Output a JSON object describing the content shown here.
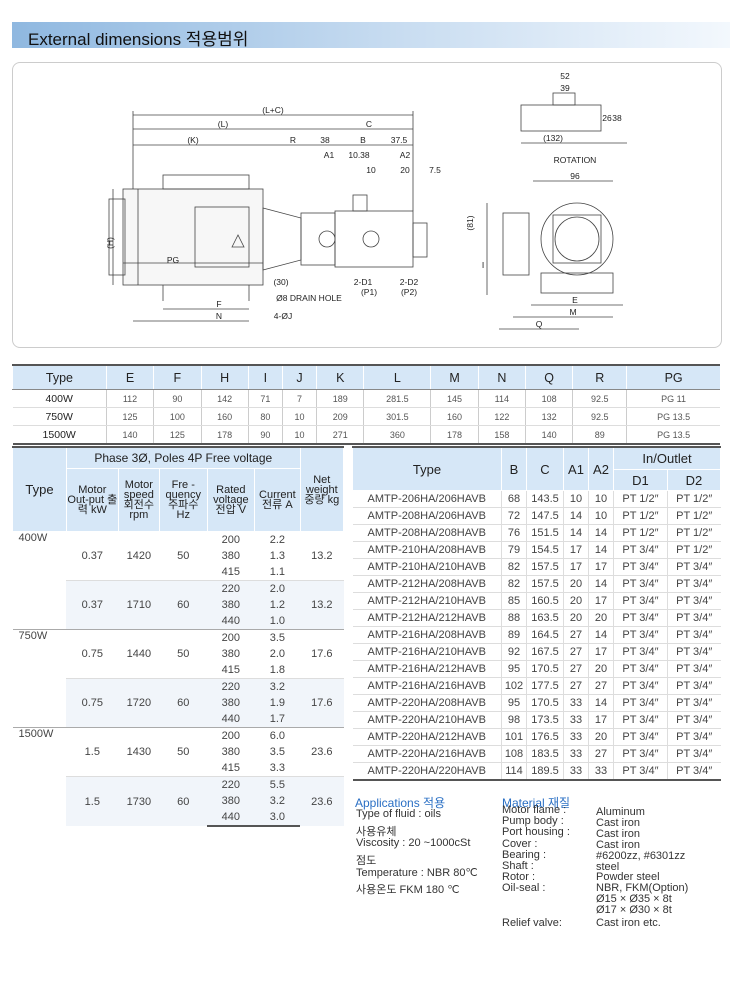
{
  "title": "External dimensions 적용범위",
  "drawing": {
    "labels": {
      "lc": "(L+C)",
      "l": "(L)",
      "k": "(K)",
      "r": "R",
      "c": "C",
      "d38": "38",
      "b": "B",
      "d37": "37.5",
      "a1": "A1",
      "d10_38": "10.38",
      "a2": "A2",
      "d10": "10",
      "d20": "20",
      "d7_5": "7.5",
      "h": "(H)",
      "d30": "(30)",
      "pg": "PG",
      "d1": "2-D1",
      "p1": "(P1)",
      "d2": "2-D2",
      "p2": "(P2)",
      "drain": "Ø8 DRAIN HOLE",
      "f": "F",
      "n": "N",
      "j": "4-ØJ",
      "d52": "52",
      "d39": "39",
      "d26": "26",
      "d38b": "38",
      "d132": "(132)",
      "rotation": "ROTATION",
      "d96": "96",
      "d81": "(81)",
      "i": "I",
      "e": "E",
      "m": "M",
      "q": "Q"
    }
  },
  "dim_table": {
    "headers": [
      "Type",
      "E",
      "F",
      "H",
      "I",
      "J",
      "K",
      "L",
      "M",
      "N",
      "Q",
      "R",
      "PG"
    ],
    "rows": [
      [
        "400W",
        "112",
        "90",
        "142",
        "71",
        "7",
        "189",
        "281.5",
        "145",
        "114",
        "108",
        "92.5",
        "PG 11"
      ],
      [
        "750W",
        "125",
        "100",
        "160",
        "80",
        "10",
        "209",
        "301.5",
        "160",
        "122",
        "132",
        "92.5",
        "PG 13.5"
      ],
      [
        "1500W",
        "140",
        "125",
        "178",
        "90",
        "10",
        "271",
        "360",
        "178",
        "158",
        "140",
        "89",
        "PG 13.5"
      ]
    ]
  },
  "motor_table": {
    "h_type": "Type",
    "h_phase": "Phase 3Ø, Poles 4P Free voltage",
    "h_net": "Net weight 중량 kg",
    "h_out": "Motor Out-put 출력 kW",
    "h_speed": "Motor speed 회전수 rpm",
    "h_freq": "Fre - quency 주파수 Hz",
    "h_volt": "Rated voltage 전압 V",
    "h_curr": "Current 전류 A",
    "groups": [
      {
        "type": "400W",
        "rows": [
          {
            "out": "0.37",
            "rpm": "1420",
            "hz": "50",
            "v": [
              "200",
              "380",
              "415"
            ],
            "a": [
              "2.2",
              "1.3",
              "1.1"
            ],
            "kg": "13.2"
          },
          {
            "out": "0.37",
            "rpm": "1710",
            "hz": "60",
            "v": [
              "220",
              "380",
              "440"
            ],
            "a": [
              "2.0",
              "1.2",
              "1.0"
            ],
            "kg": "13.2"
          }
        ]
      },
      {
        "type": "750W",
        "rows": [
          {
            "out": "0.75",
            "rpm": "1440",
            "hz": "50",
            "v": [
              "200",
              "380",
              "415"
            ],
            "a": [
              "3.5",
              "2.0",
              "1.8"
            ],
            "kg": "17.6"
          },
          {
            "out": "0.75",
            "rpm": "1720",
            "hz": "60",
            "v": [
              "220",
              "380",
              "440"
            ],
            "a": [
              "3.2",
              "1.9",
              "1.7"
            ],
            "kg": "17.6"
          }
        ]
      },
      {
        "type": "1500W",
        "rows": [
          {
            "out": "1.5",
            "rpm": "1430",
            "hz": "50",
            "v": [
              "200",
              "380",
              "415"
            ],
            "a": [
              "6.0",
              "3.5",
              "3.3"
            ],
            "kg": "23.6"
          },
          {
            "out": "1.5",
            "rpm": "1730",
            "hz": "60",
            "v": [
              "220",
              "380",
              "440"
            ],
            "a": [
              "5.5",
              "3.2",
              "3.0"
            ],
            "kg": "23.6"
          }
        ]
      }
    ]
  },
  "pump_table": {
    "h_type": "Type",
    "h_b": "B",
    "h_c": "C",
    "h_a1": "A1",
    "h_a2": "A2",
    "h_inout": "In/Outlet",
    "h_d1": "D1",
    "h_d2": "D2",
    "rows": [
      [
        "AMTP-206HA/206HAVB",
        "68",
        "143.5",
        "10",
        "10",
        "PT 1/2″",
        "PT 1/2″"
      ],
      [
        "AMTP-208HA/206HAVB",
        "72",
        "147.5",
        "14",
        "10",
        "PT 1/2″",
        "PT 1/2″"
      ],
      [
        "AMTP-208HA/208HAVB",
        "76",
        "151.5",
        "14",
        "14",
        "PT 1/2″",
        "PT 1/2″"
      ],
      [
        "AMTP-210HA/208HAVB",
        "79",
        "154.5",
        "17",
        "14",
        "PT 3/4″",
        "PT 1/2″"
      ],
      [
        "AMTP-210HA/210HAVB",
        "82",
        "157.5",
        "17",
        "17",
        "PT 3/4″",
        "PT 3/4″"
      ],
      [
        "AMTP-212HA/208HAVB",
        "82",
        "157.5",
        "20",
        "14",
        "PT 3/4″",
        "PT 3/4″"
      ],
      [
        "AMTP-212HA/210HAVB",
        "85",
        "160.5",
        "20",
        "17",
        "PT 3/4″",
        "PT 3/4″"
      ],
      [
        "AMTP-212HA/212HAVB",
        "88",
        "163.5",
        "20",
        "20",
        "PT 3/4″",
        "PT 3/4″"
      ],
      [
        "AMTP-216HA/208HAVB",
        "89",
        "164.5",
        "27",
        "14",
        "PT 3/4″",
        "PT 3/4″"
      ],
      [
        "AMTP-216HA/210HAVB",
        "92",
        "167.5",
        "27",
        "17",
        "PT 3/4″",
        "PT 3/4″"
      ],
      [
        "AMTP-216HA/212HAVB",
        "95",
        "170.5",
        "27",
        "20",
        "PT 3/4″",
        "PT 3/4″"
      ],
      [
        "AMTP-216HA/216HAVB",
        "102",
        "177.5",
        "27",
        "27",
        "PT 3/4″",
        "PT 3/4″"
      ],
      [
        "AMTP-220HA/208HAVB",
        "95",
        "170.5",
        "33",
        "14",
        "PT 3/4″",
        "PT 3/4″"
      ],
      [
        "AMTP-220HA/210HAVB",
        "98",
        "173.5",
        "33",
        "17",
        "PT 3/4″",
        "PT 3/4″"
      ],
      [
        "AMTP-220HA/212HAVB",
        "101",
        "176.5",
        "33",
        "20",
        "PT 3/4″",
        "PT 3/4″"
      ],
      [
        "AMTP-220HA/216HAVB",
        "108",
        "183.5",
        "33",
        "27",
        "PT 3/4″",
        "PT 3/4″"
      ],
      [
        "AMTP-220HA/220HAVB",
        "114",
        "189.5",
        "33",
        "33",
        "PT 3/4″",
        "PT 3/4″"
      ]
    ]
  },
  "applications": {
    "heading": "Applications 적용",
    "lines": [
      "Type of fluid : oils",
      "사용유체",
      "Viscosity : 20 ~1000cSt",
      "점도",
      "Temperature : NBR 80℃",
      "사용온도      FKM 180 ℃"
    ]
  },
  "material": {
    "heading": "Material 재질",
    "labels": [
      "Motor flame :",
      "Pump body :",
      "Port housing :",
      "Cover :",
      "Bearing :",
      "Shaft :",
      "Rotor :",
      "Oil-seal :",
      "",
      "",
      "Relief valve:"
    ],
    "values": [
      "Aluminum",
      "Cast iron",
      "Cast iron",
      "Cast iron",
      "#6200zz, #6301zz",
      "steel",
      "Powder steel",
      "NBR, FKM(Option)",
      "Ø15 × Ø35 × 8t",
      "Ø17 × Ø30 × 8t",
      "Cast iron etc."
    ]
  }
}
